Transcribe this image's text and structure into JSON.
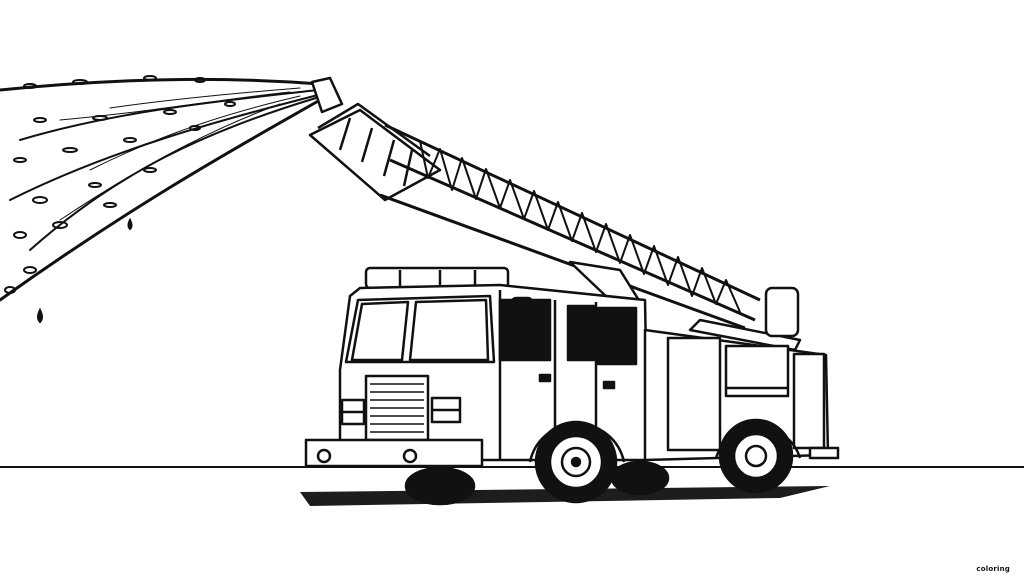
{
  "image": {
    "subject": "fire-truck-coloring-page",
    "style": "black-and-white line art",
    "colors": {
      "ink": "#111111",
      "paper": "#ffffff"
    },
    "watermark_text": "coloring"
  },
  "elements": {
    "truck": "fire-truck",
    "ladder": "aerial-ladder",
    "water": "water-spray",
    "ground": "ground-line"
  }
}
